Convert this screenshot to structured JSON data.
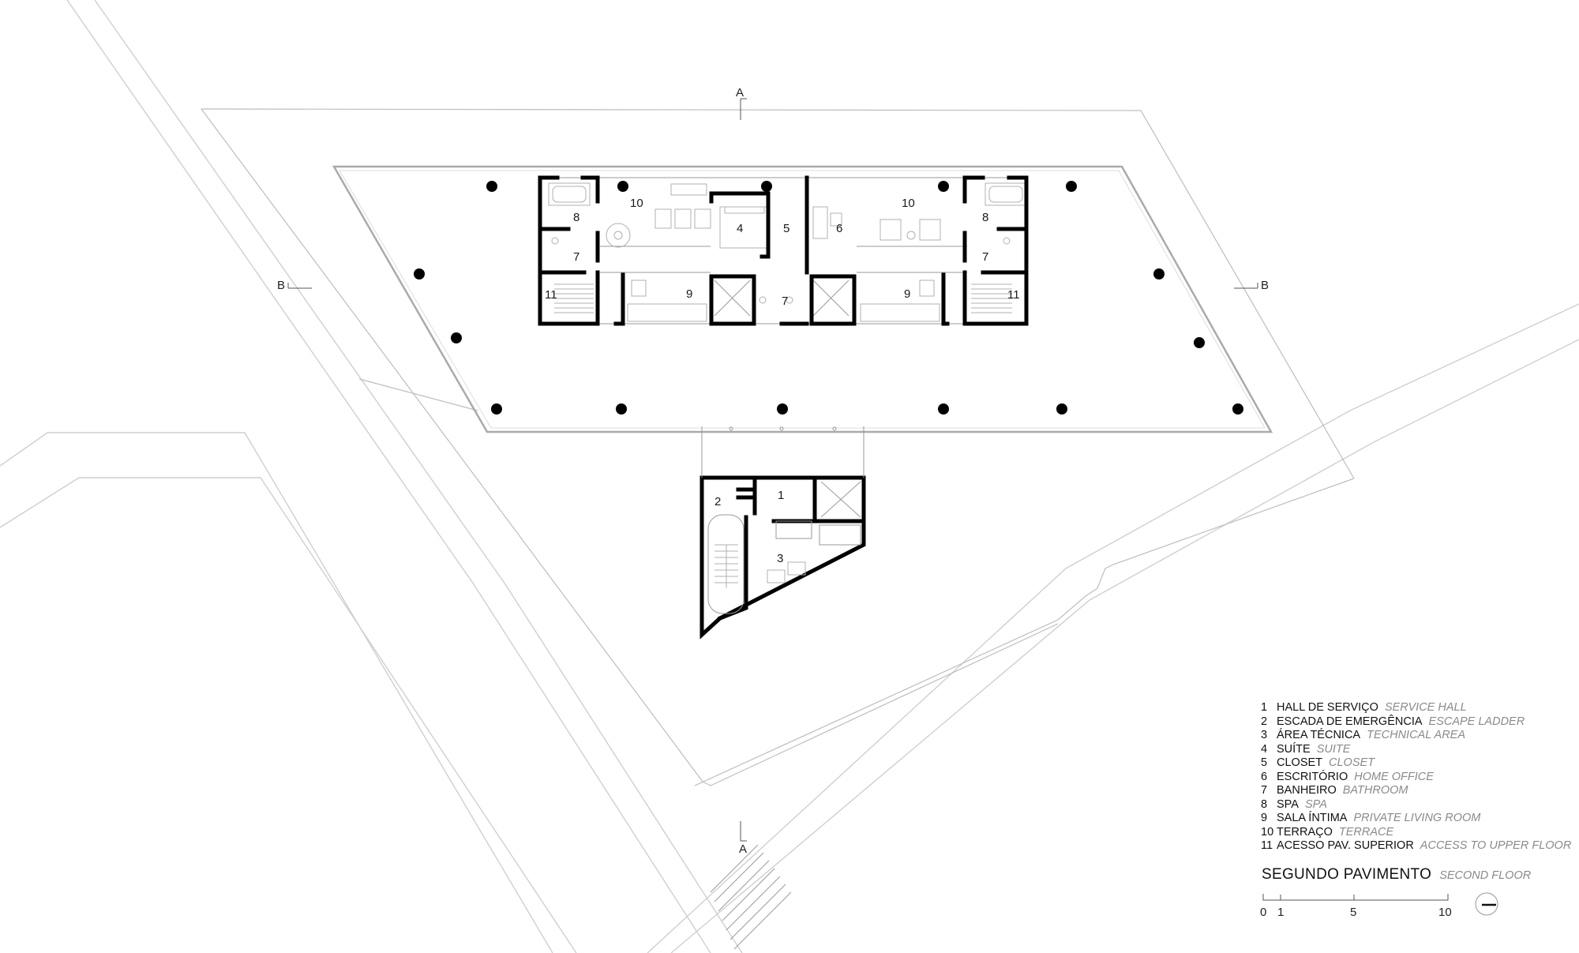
{
  "section_marks": {
    "a_top": "A",
    "a_bottom": "A",
    "b_left": "B",
    "b_right": "B"
  },
  "rooms": {
    "r10_left": "10",
    "r8_left": "8",
    "r7_left": "7",
    "r11_left": "11",
    "r9_left": "9",
    "r4": "4",
    "r5": "5",
    "r6": "6",
    "r7_mid": "7",
    "r10_right": "10",
    "r8_right": "8",
    "r7_right": "7",
    "r11_right": "11",
    "r9_right": "9",
    "r1": "1",
    "r2": "2",
    "r3": "3"
  },
  "legend": [
    {
      "num": "1",
      "pt": "HALL DE SERVIÇO",
      "en": "SERVICE HALL"
    },
    {
      "num": "2",
      "pt": "ESCADA DE EMERGÊNCIA",
      "en": "ESCAPE LADDER"
    },
    {
      "num": "3",
      "pt": "ÁREA TÉCNICA",
      "en": "TECHNICAL AREA"
    },
    {
      "num": "4",
      "pt": "SUÍTE",
      "en": "SUITE"
    },
    {
      "num": "5",
      "pt": "CLOSET",
      "en": "CLOSET"
    },
    {
      "num": "6",
      "pt": "ESCRITÓRIO",
      "en": "HOME OFFICE"
    },
    {
      "num": "7",
      "pt": "BANHEIRO",
      "en": "BATHROOM"
    },
    {
      "num": "8",
      "pt": "SPA",
      "en": "SPA"
    },
    {
      "num": "9",
      "pt": "SALA ÍNTIMA",
      "en": "PRIVATE LIVING ROOM"
    },
    {
      "num": "10",
      "pt": "TERRAÇO",
      "en": "TERRACE"
    },
    {
      "num": "11",
      "pt": "ACESSO PAV. SUPERIOR",
      "en": "ACCESS TO UPPER FLOOR"
    }
  ],
  "floor_title": {
    "pt": "SEGUNDO PAVIMENTO",
    "en": "SECOND FLOOR"
  },
  "scale_bar": {
    "t0": "0",
    "t1": "1",
    "t5": "5",
    "t10": "10"
  },
  "icons": {
    "north": "north-arrow-icon"
  }
}
